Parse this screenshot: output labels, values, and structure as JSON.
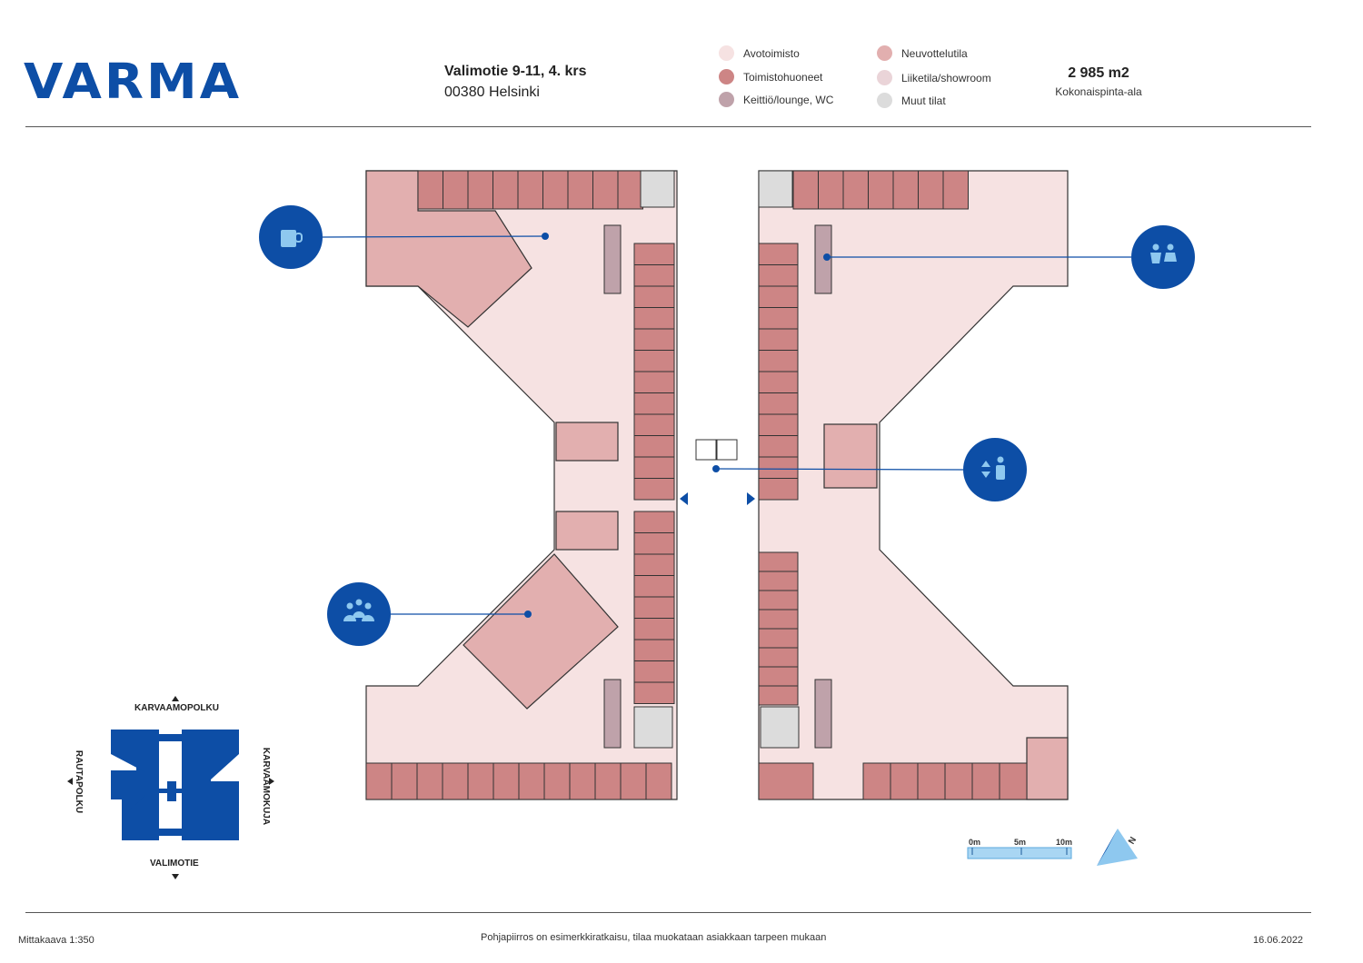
{
  "brand": "VARMA",
  "address": {
    "line1": "Valimotie 9-11, 4. krs",
    "line2": "00380 Helsinki"
  },
  "legend": [
    {
      "label": "Avotoimisto",
      "color": "#f6e2e2"
    },
    {
      "label": "Toimistohuoneet",
      "color": "#cd8585"
    },
    {
      "label": "Keittiö/lounge, WC",
      "color": "#bfa2aa"
    },
    {
      "label": "Neuvottelutila",
      "color": "#e2afaf"
    },
    {
      "label": "Liiketila/showroom",
      "color": "#ead4d8"
    },
    {
      "label": "Muut tilat",
      "color": "#dcdcdc"
    }
  ],
  "area": {
    "value": "2 985 m2",
    "label": "Kokonaispinta-ala"
  },
  "streets": {
    "north": "KARVAAMOPOLKU",
    "west": "RAUTAPOLKU",
    "east": "KARVAAMOKUJA",
    "south": "VALIMOTIE"
  },
  "scale_bar": {
    "labels": [
      "0m",
      "5m",
      "10m"
    ]
  },
  "compass": {
    "label": "N"
  },
  "footer": {
    "scale": "Mittakaava 1:350",
    "note": "Pohjapiirros on esimerkkiratkaisu, tilaa muokataan asiakkaan tarpeen mukaan",
    "date": "16.06.2022"
  },
  "icons": [
    "coffee-icon",
    "wc-icon",
    "elevator-icon",
    "meeting-icon"
  ],
  "accent": "#0d4ea6"
}
